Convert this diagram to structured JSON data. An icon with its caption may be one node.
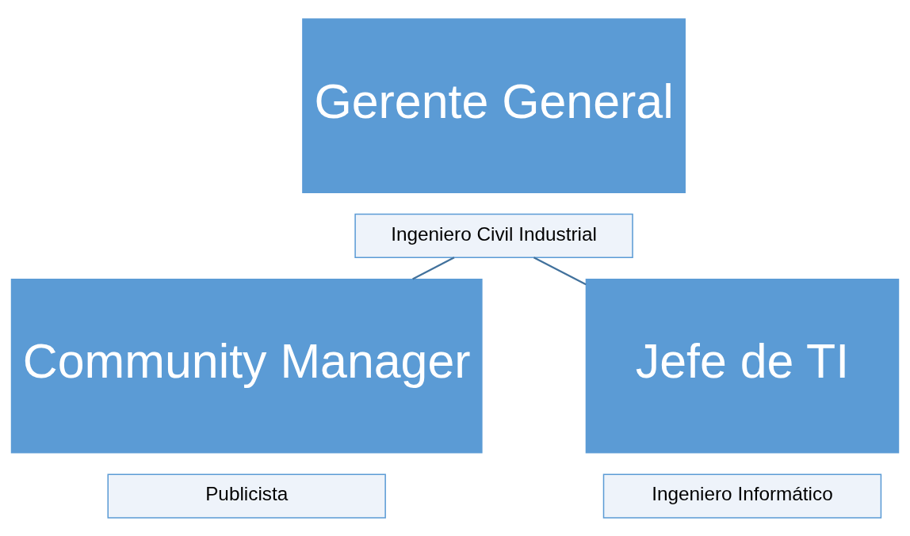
{
  "diagram": {
    "nodes": [
      {
        "text": [
          "Gerente General"
        ]
      },
      {
        "text": [
          "Ingeniero Civil Industrial"
        ]
      },
      {
        "text": [
          "Community Manager"
        ]
      },
      {
        "text": [
          "Publicista"
        ]
      },
      {
        "text": [
          "Jefe de TI"
        ]
      },
      {
        "text": [
          "Ingeniero Informático"
        ]
      }
    ],
    "edges": [
      {
        "from": 1,
        "to": 2,
        "arrow": "none"
      },
      {
        "from": 1,
        "to": 4,
        "arrow": "none"
      }
    ]
  }
}
